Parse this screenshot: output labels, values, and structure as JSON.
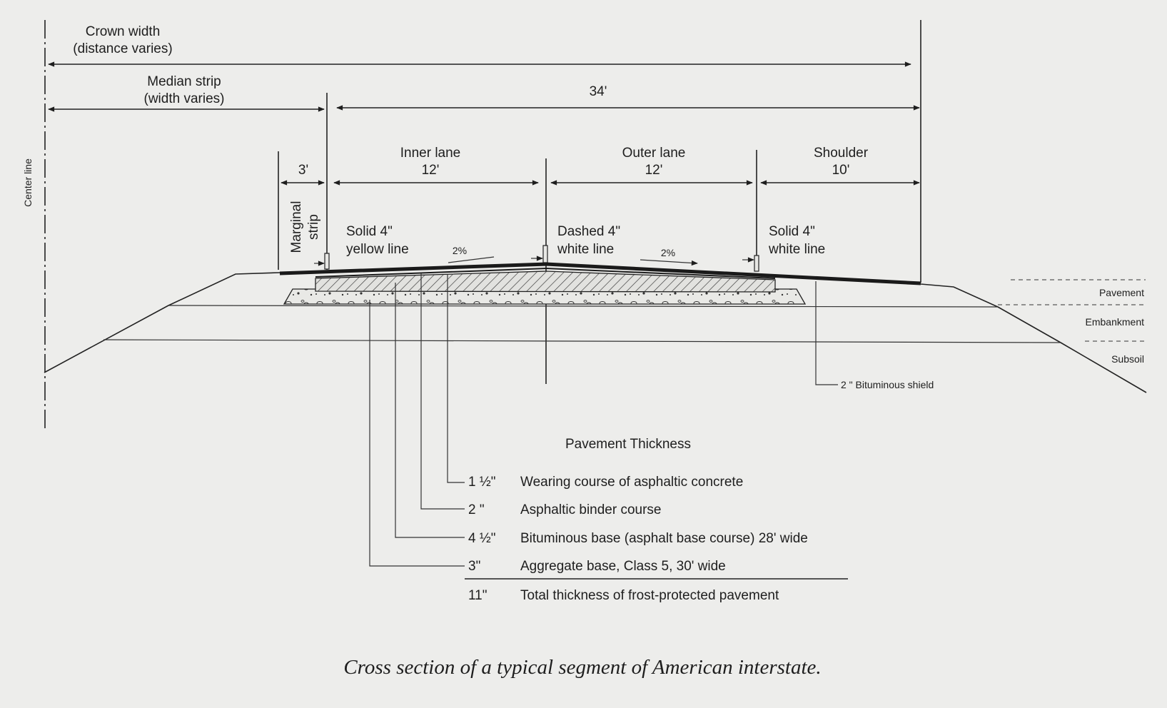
{
  "dimensions": {
    "crown_width": [
      "Crown width",
      "(distance varies)"
    ],
    "median_strip": [
      "Median strip",
      "(width varies)"
    ],
    "total_width": "34'",
    "center_line": "Center line",
    "marginal_strip": {
      "width": "3'",
      "label": [
        "Marginal",
        "strip"
      ]
    },
    "inner_lane": {
      "label": "Inner lane",
      "width": "12'"
    },
    "outer_lane": {
      "label": "Outer lane",
      "width": "12'"
    },
    "shoulder": {
      "label": "Shoulder",
      "width": "10'"
    }
  },
  "markings": {
    "yellow": [
      "Solid 4\"",
      "yellow line"
    ],
    "dashed": [
      "Dashed 4\"",
      "white line"
    ],
    "white": [
      "Solid 4\"",
      "white line"
    ],
    "slope_inner": "2%",
    "slope_outer": "2%"
  },
  "layers_side": [
    "Pavement",
    "Embankment",
    "Subsoil"
  ],
  "shield_label": "2 \" Bituminous shield",
  "thickness": {
    "title": "Pavement Thickness",
    "rows": [
      {
        "value": "1 ½\"",
        "desc": "Wearing course of asphaltic concrete"
      },
      {
        "value": "2 \"",
        "desc": "Asphaltic binder course"
      },
      {
        "value": "4 ½\"",
        "desc": "Bituminous base (asphalt base course) 28' wide"
      },
      {
        "value": "3\"",
        "desc": "Aggregate base, Class 5, 30' wide"
      }
    ],
    "total": {
      "value": "11\"",
      "desc": "Total thickness of frost-protected pavement"
    }
  },
  "caption": "Cross section of a typical segment of American interstate."
}
